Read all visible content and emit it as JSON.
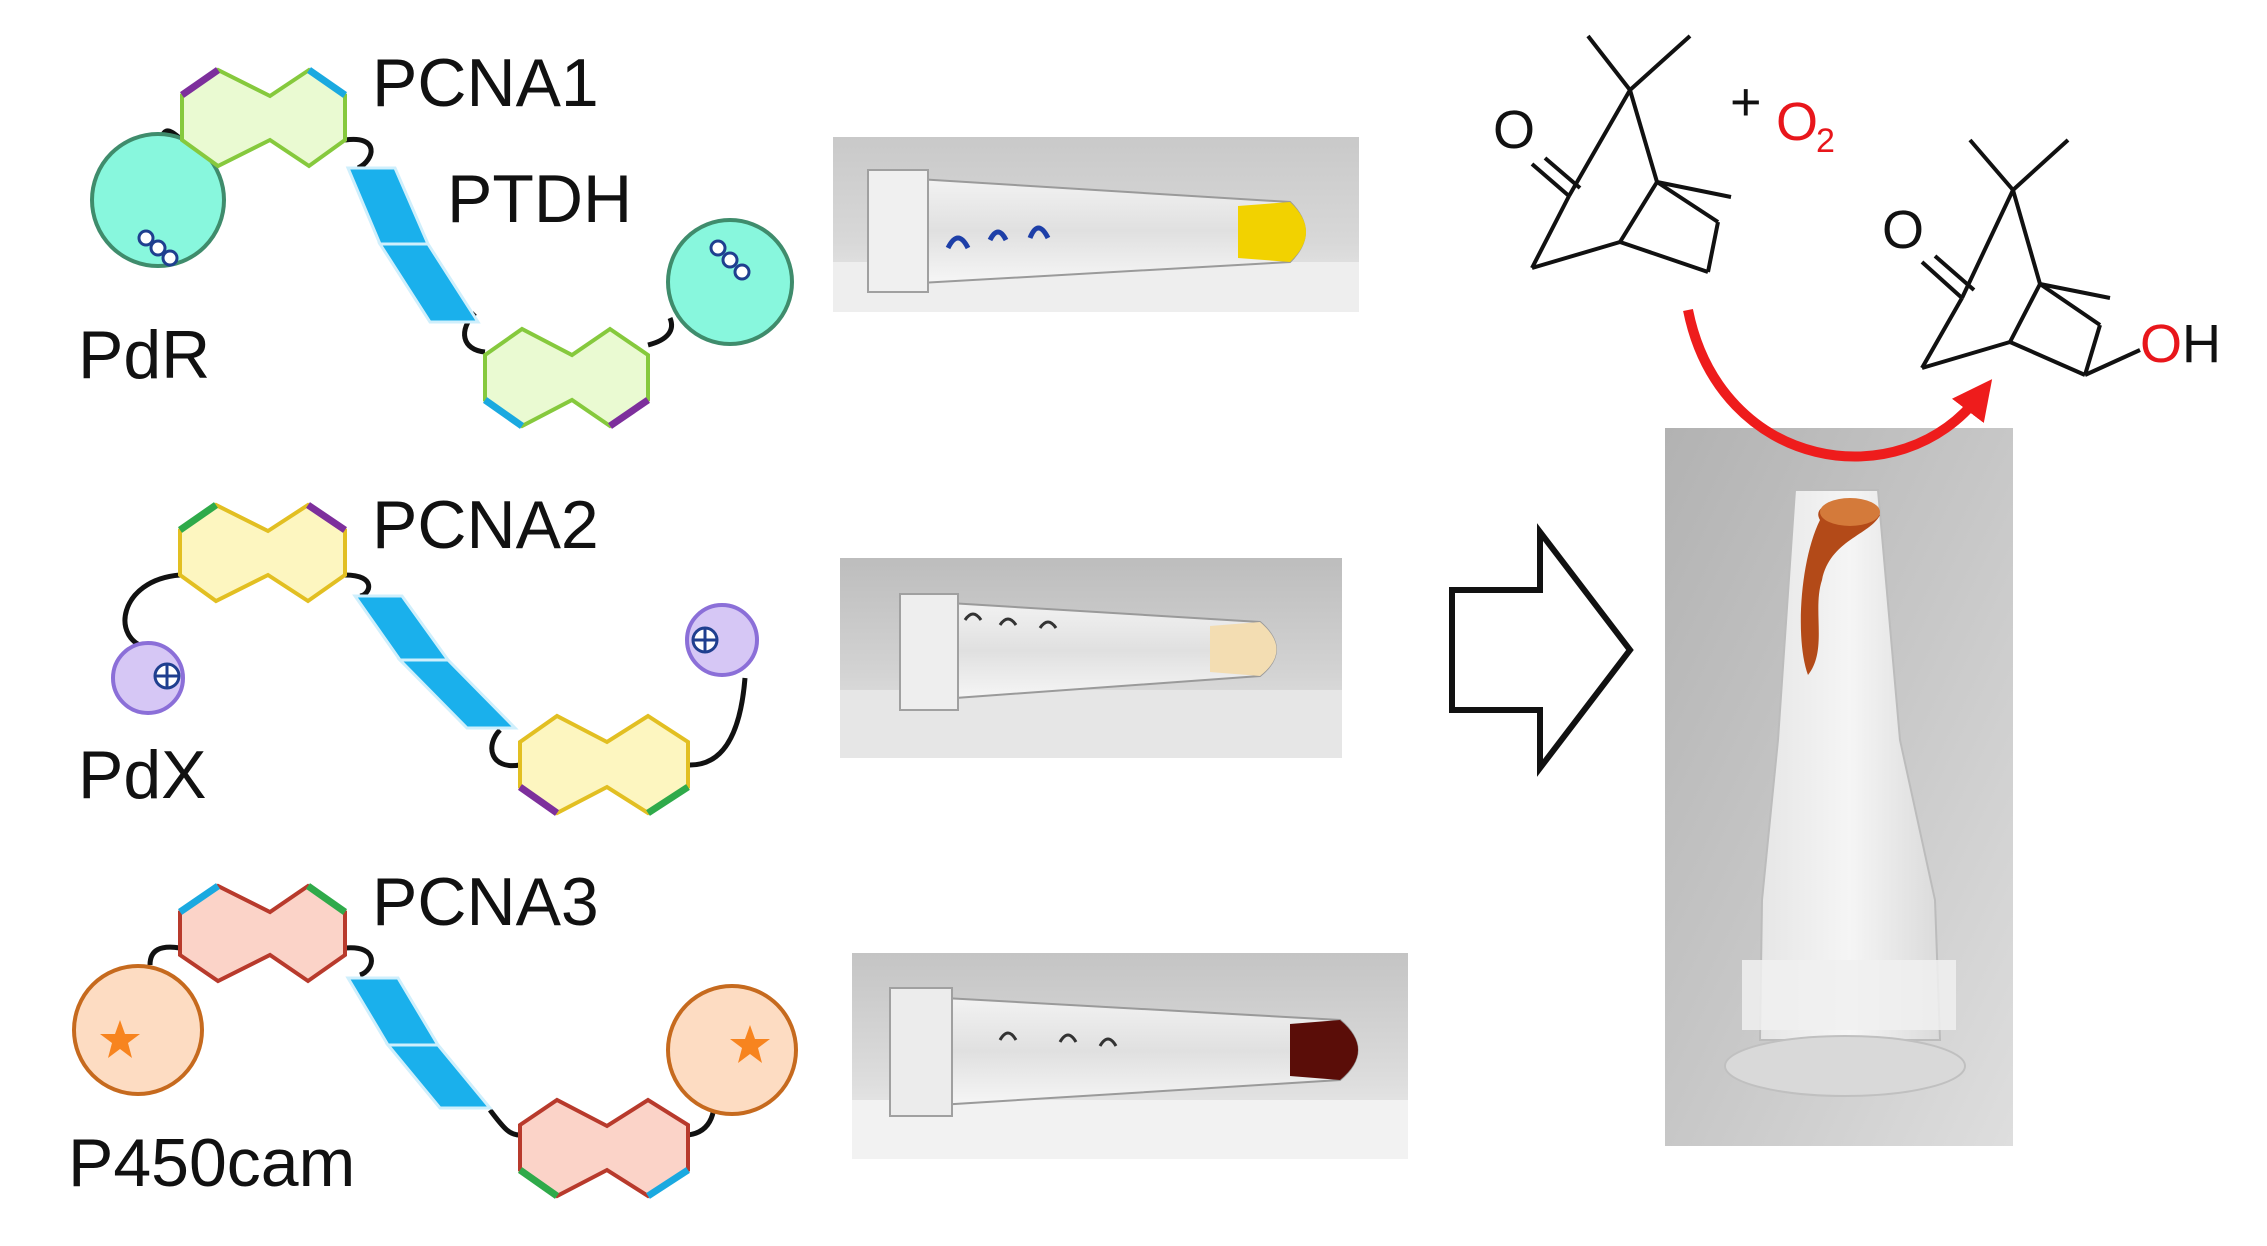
{
  "labels": {
    "pcna1": "PCNA1",
    "ptdh": "PTDH",
    "pdr": "PdR",
    "pcna2": "PCNA2",
    "pdx": "PdX",
    "pcna3": "PCNA3",
    "p450cam": "P450cam"
  },
  "reaction": {
    "ketone_o": "O",
    "plus": "+",
    "oxygen": "O",
    "oxygen_sub": "2",
    "product_o": "O",
    "hydroxyl_o": "O",
    "hydroxyl_h": "H"
  },
  "colors": {
    "pcna1_fill": "#eafad2",
    "pcna1_stroke": "#86c93d",
    "pcna2_fill": "#fdf6c0",
    "pcna2_stroke": "#e2bf22",
    "pcna3_fill": "#fbd3c8",
    "pcna3_stroke": "#b83a2c",
    "ptdh_fill": "#1ab0ec",
    "pdr_fill": "#88f7dd",
    "pdx_fill": "#d6c7f5",
    "p450_fill": "#fddcc2",
    "p450_star": "#f7841f",
    "arrow_red": "#ee1c1c",
    "tube_yellow": "#f2d200",
    "tube_beige": "#f3ddb2",
    "tube_brown": "#5a0d08"
  }
}
